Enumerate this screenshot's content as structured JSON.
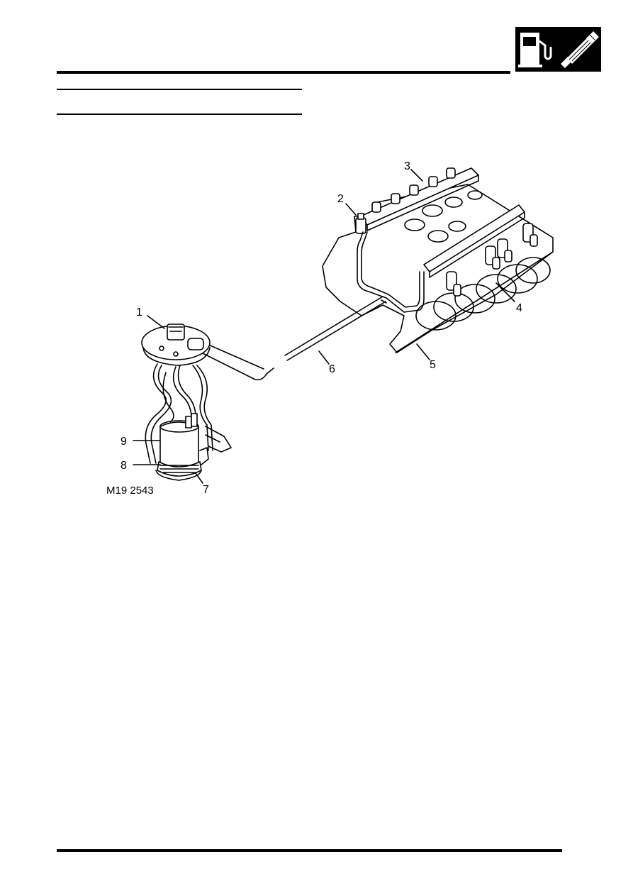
{
  "header": {
    "badge_icons": [
      "fuel-pump-icon",
      "fuel-injector-icon"
    ]
  },
  "figure": {
    "reference": "M19 2543",
    "callouts": [
      "1",
      "2",
      "3",
      "4",
      "5",
      "6",
      "7",
      "8",
      "9"
    ]
  }
}
